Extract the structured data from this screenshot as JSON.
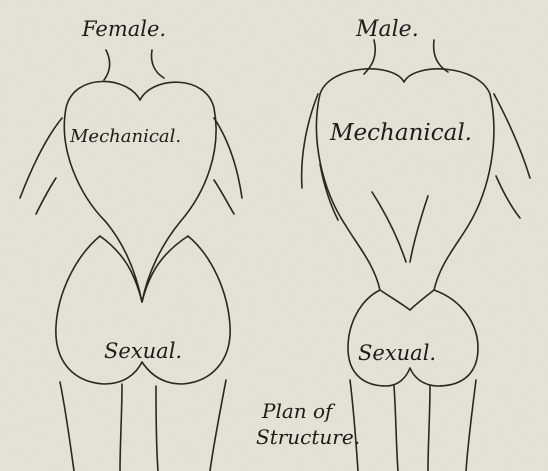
{
  "figures": {
    "female": {
      "title": "Female.",
      "upper_label": "Mechanical.",
      "lower_label": "Sexual."
    },
    "male": {
      "title": "Male.",
      "upper_label": "Mechanical.",
      "lower_label": "Sexual."
    }
  },
  "caption": {
    "line1": "Plan of",
    "line2": "Structure."
  }
}
